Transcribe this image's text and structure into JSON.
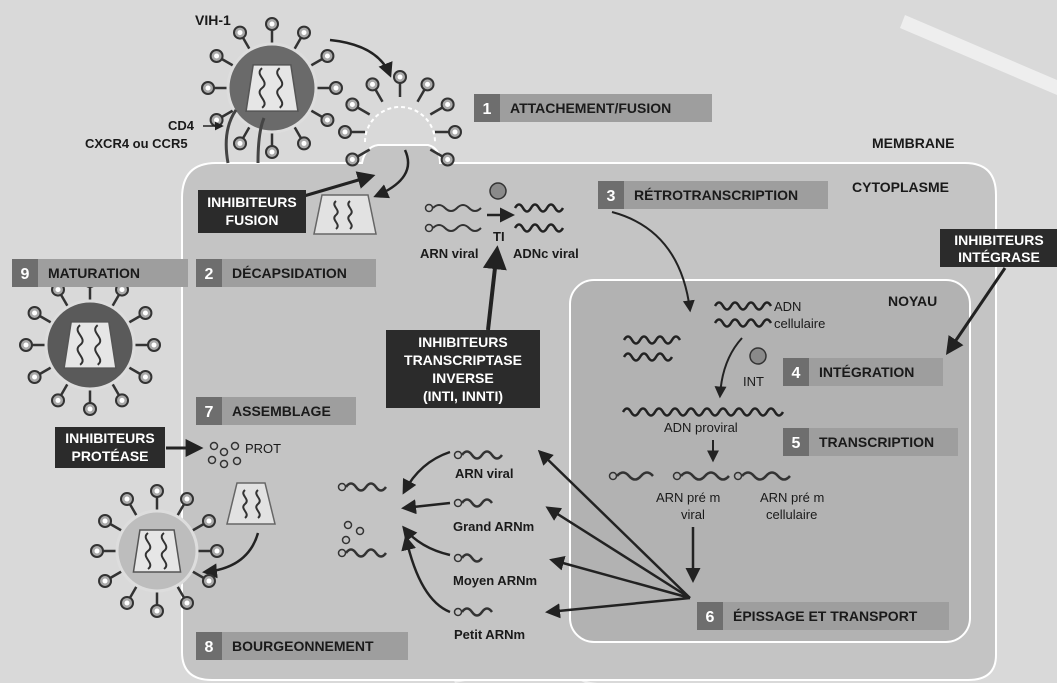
{
  "virus": {
    "name": "VIH-1"
  },
  "receptors": {
    "cd4": "CD4",
    "coreceptor": "CXCR4 ou CCR5"
  },
  "compartments": {
    "membrane": "MEMBRANE",
    "cytoplasm": "CYTOPLASME",
    "nucleus": "NOYAU"
  },
  "steps": [
    {
      "num": "1",
      "label": "ATTACHEMENT/FUSION"
    },
    {
      "num": "2",
      "label": "DÉCAPSIDATION"
    },
    {
      "num": "3",
      "label": "RÉTROTRANSCRIPTION"
    },
    {
      "num": "4",
      "label": "INTÉGRATION"
    },
    {
      "num": "5",
      "label": "TRANSCRIPTION"
    },
    {
      "num": "6",
      "label": "ÉPISSAGE ET TRANSPORT"
    },
    {
      "num": "7",
      "label": "ASSEMBLAGE"
    },
    {
      "num": "8",
      "label": "BOURGEONNEMENT"
    },
    {
      "num": "9",
      "label": "MATURATION"
    }
  ],
  "inhibitors": {
    "fusion": [
      "INHIBITEURS",
      "FUSION"
    ],
    "rt": [
      "INHIBITEURS",
      "TRANSCRIPTASE",
      "INVERSE",
      "(INTI, INNTI)"
    ],
    "integrase": [
      "INHIBITEURS",
      "INTÉGRASE"
    ],
    "protease": [
      "INHIBITEURS",
      "PROTÉASE"
    ]
  },
  "molecules": {
    "arn_viral": "ARN viral",
    "ti": "TI",
    "adnc_viral": "ADNc viral",
    "adn": "ADN",
    "cellulaire": "cellulaire",
    "int": "INT",
    "adn_proviral": "ADN proviral",
    "arn_pre_m": "ARN pré m",
    "viral": "viral",
    "arn_pre_m_cell": "ARN pré m",
    "cellulaire2": "cellulaire",
    "prot": "PROT"
  },
  "transcripts": [
    "ARN viral",
    "Grand ARNm",
    "Moyen ARNm",
    "Petit ARNm"
  ],
  "colors": {
    "background": "#d9d9d9",
    "cell": "#c4c4c4",
    "nucleus": "#b0b0b0",
    "step_num": "#6e6e6e",
    "step_label": "#9e9e9e",
    "inhibitor": "#2b2b2b",
    "virus_dark": "#5a5a5a"
  }
}
